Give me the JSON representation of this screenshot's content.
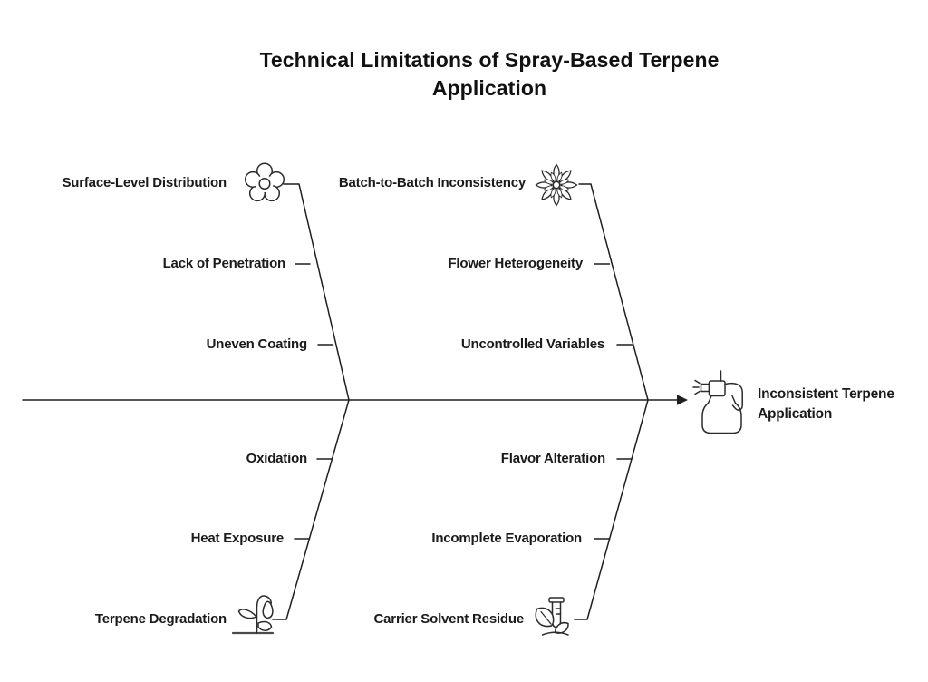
{
  "title": "Technical Limitations of Spray-Based Terpene Application",
  "effect": {
    "label": "Inconsistent Terpene Application",
    "icon": "spray-bottle-icon"
  },
  "branches": {
    "top_left": {
      "label": "Surface-Level Distribution",
      "icon": "five-petal-flower-icon",
      "causes": [
        "Lack of Penetration",
        "Uneven Coating"
      ]
    },
    "top_right": {
      "label": "Batch-to-Batch Inconsistency",
      "icon": "dahlia-flower-icon",
      "causes": [
        "Flower Heterogeneity",
        "Uncontrolled Variables"
      ]
    },
    "bottom_left": {
      "label": "Terpene Degradation",
      "icon": "wilted-plant-icon",
      "causes": [
        "Oxidation",
        "Heat Exposure"
      ]
    },
    "bottom_right": {
      "label": "Carrier Solvent Residue",
      "icon": "flask-with-leaves-icon",
      "causes": [
        "Flavor Alteration",
        "Incomplete Evaporation"
      ]
    }
  },
  "colors": {
    "line": "#1f1f1f",
    "text": "#1a1a1a",
    "background": "#ffffff"
  }
}
